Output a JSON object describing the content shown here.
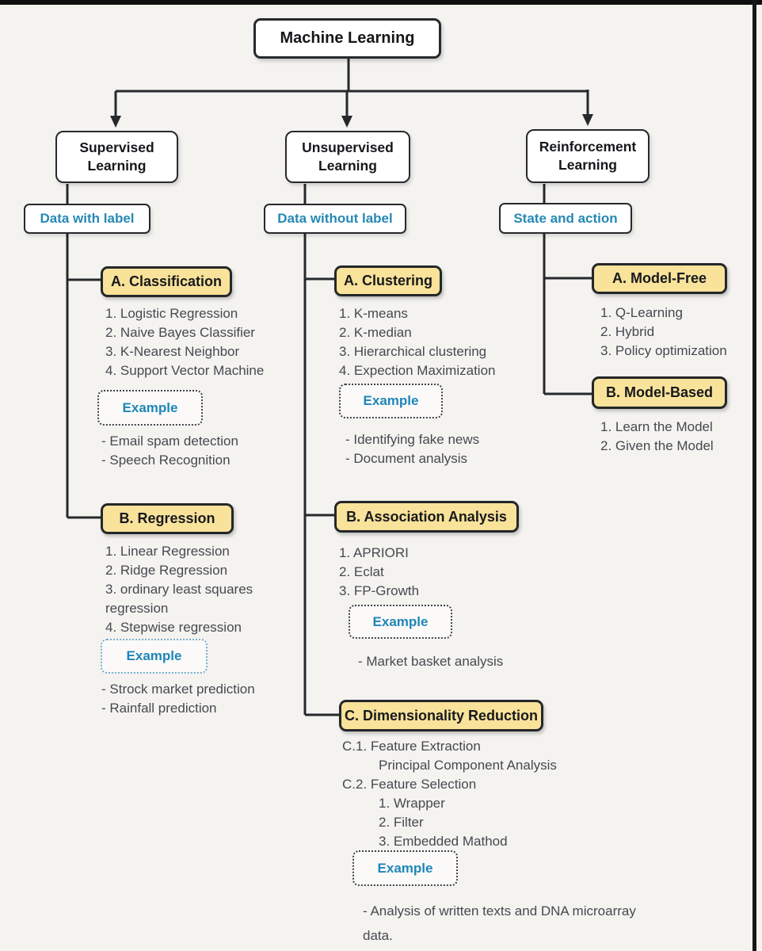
{
  "colors": {
    "category_fill": "#F9E29A",
    "teal_text": "#2589B4",
    "line_color": "#26292C",
    "example_border_dark": "#3D4146",
    "example_border_blue": "#76ABCE"
  },
  "root": {
    "title": "Machine Learning"
  },
  "branches": {
    "supervised": {
      "title": "Supervised\nLearning",
      "label": "Data with label"
    },
    "unsupervised": {
      "title": "Unsupervised\nLearning",
      "label": "Data without label"
    },
    "reinforcement": {
      "title": "Reinforcement\nLearning",
      "label": "State and action"
    }
  },
  "sections": {
    "classification": {
      "heading": "A. Classification",
      "items": [
        "1. Logistic Regression",
        "2. Naive Bayes Classifier",
        "3. K-Nearest Neighbor",
        "4. Support Vector Machine"
      ],
      "example_label": "Example",
      "examples": [
        "- Email spam detection",
        "- Speech Recognition"
      ]
    },
    "regression": {
      "heading": "B. Regression",
      "items": [
        "1. Linear Regression",
        "2. Ridge Regression",
        "3. ordinary least squares regression",
        "4. Stepwise regression"
      ],
      "example_label": "Example",
      "examples": [
        "- Strock market prediction",
        "- Rainfall prediction"
      ]
    },
    "clustering": {
      "heading": "A. Clustering",
      "items": [
        "1. K-means",
        "2. K-median",
        "3. Hierarchical clustering",
        "4. Expection Maximization"
      ],
      "example_label": "Example",
      "examples": [
        "- Identifying fake news",
        "- Document analysis"
      ]
    },
    "association": {
      "heading": "B. Association Analysis",
      "items": [
        "1. APRIORI",
        "2. Eclat",
        "3. FP-Growth"
      ],
      "example_label": "Example",
      "examples": [
        "- Market basket analysis"
      ]
    },
    "dimensionality": {
      "heading": "C. Dimensionality Reduction",
      "items": [
        "C.1.  Feature Extraction",
        "Principal Component Analysis",
        "C.2. Feature Selection",
        "1. Wrapper",
        "2. Filter",
        "3. Embedded Mathod"
      ],
      "example_label": "Example",
      "examples": [
        "- Analysis of written texts and DNA microarray data."
      ]
    },
    "model_free": {
      "heading": "A. Model-Free",
      "items": [
        "1. Q-Learning",
        "2. Hybrid",
        "3. Policy optimization"
      ]
    },
    "model_based": {
      "heading": "B. Model-Based",
      "items": [
        "1. Learn the Model",
        "2. Given the Model"
      ]
    }
  }
}
